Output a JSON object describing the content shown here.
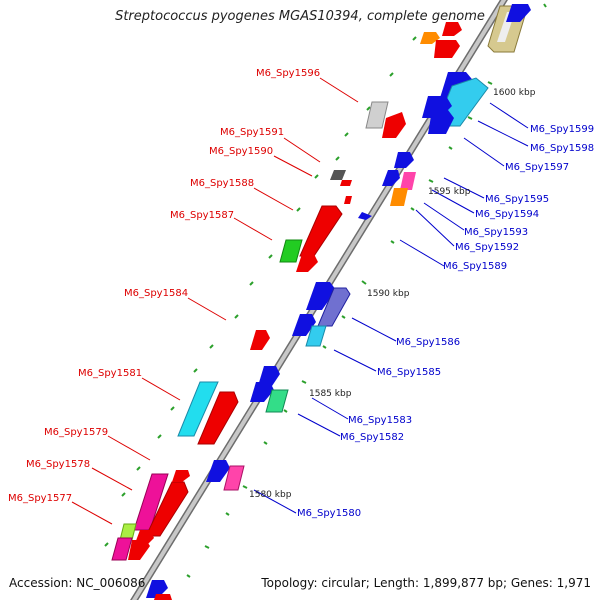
{
  "title": "Streptococcus pyogenes MGAS10394, complete genome",
  "footer": {
    "accession": "Accession: NC_006086",
    "summary": "Topology: circular; Length: 1,899,877 bp; Genes: 1,971"
  },
  "colors": {
    "backbone": "#999999",
    "tick": "#2ca02c",
    "label_left": "#dd0000",
    "label_right": "#0000cc",
    "kbp_text": "#222222"
  },
  "kbp_labels": [
    "1600 kbp",
    "1595 kbp",
    "1590 kbp",
    "1585 kbp",
    "1580 kbp"
  ],
  "left_labels": [
    "M6_Spy1596",
    "M6_Spy1591",
    "M6_Spy1590",
    "M6_Spy1588",
    "M6_Spy1587",
    "M6_Spy1584",
    "M6_Spy1581",
    "M6_Spy1579",
    "M6_Spy1578",
    "M6_Spy1577"
  ],
  "right_labels": [
    "M6_Spy1599",
    "M6_Spy1598",
    "M6_Spy1597",
    "M6_Spy1595",
    "M6_Spy1594",
    "M6_Spy1593",
    "M6_Spy1592",
    "M6_Spy1589",
    "M6_Spy1586",
    "M6_Spy1585",
    "M6_Spy1583",
    "M6_Spy1582",
    "M6_Spy1580"
  ]
}
